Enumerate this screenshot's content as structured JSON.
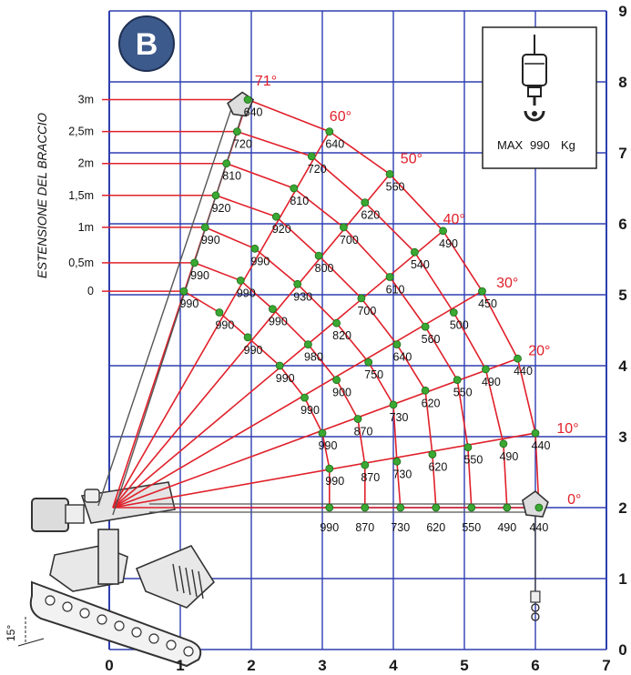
{
  "badge": "B",
  "y_axis_title": "ESTENSIONE DEL BRACCIO",
  "hook_box": {
    "max_label": "MAX",
    "max_value": "990",
    "unit": "Kg"
  },
  "tilt_label": "15°",
  "colors": {
    "grid": "#2e3fb2",
    "curve": "#e0202a",
    "point": "#3aa832",
    "badge": "#3d5a8c",
    "structure": "#555555"
  },
  "chart_data": {
    "type": "scatter",
    "title": "",
    "xlabel": "",
    "ylabel": "ESTENSIONE DEL BRACCIO",
    "xlim": [
      0,
      7
    ],
    "ylim": [
      0,
      9
    ],
    "x_ticks": [
      "0",
      "1",
      "2",
      "3",
      "4",
      "5",
      "6",
      "7"
    ],
    "y_ticks": [
      "0",
      "1",
      "2",
      "3",
      "4",
      "5",
      "6",
      "7",
      "8",
      "9"
    ],
    "grid": true,
    "pivot": [
      0.05,
      2.0
    ],
    "extensions": [
      {
        "label": "0",
        "y": 5.05
      },
      {
        "label": "0,5m",
        "y": 5.45
      },
      {
        "label": "1m",
        "y": 5.95
      },
      {
        "label": "1,5m",
        "y": 6.4
      },
      {
        "label": "2m",
        "y": 6.85
      },
      {
        "label": "2,5m",
        "y": 7.3
      },
      {
        "label": "3m",
        "y": 7.75
      }
    ],
    "angle_labels": [
      {
        "label": "0°",
        "x": 6.45,
        "y": 2.05
      },
      {
        "label": "10°",
        "x": 6.3,
        "y": 3.05
      },
      {
        "label": "20°",
        "x": 5.9,
        "y": 4.15
      },
      {
        "label": "30°",
        "x": 5.45,
        "y": 5.1
      },
      {
        "label": "40°",
        "x": 4.7,
        "y": 6.0
      },
      {
        "label": "50°",
        "x": 4.1,
        "y": 6.85
      },
      {
        "label": "60°",
        "x": 3.1,
        "y": 7.45
      },
      {
        "label": "71°",
        "x": 2.05,
        "y": 7.95
      }
    ],
    "points": [
      {
        "angle": "0°",
        "load": "990",
        "x": 3.1,
        "y": 2.0
      },
      {
        "angle": "0°",
        "load": "870",
        "x": 3.6,
        "y": 2.0
      },
      {
        "angle": "0°",
        "load": "730",
        "x": 4.1,
        "y": 2.0
      },
      {
        "angle": "0°",
        "load": "620",
        "x": 4.6,
        "y": 2.0
      },
      {
        "angle": "0°",
        "load": "550",
        "x": 5.1,
        "y": 2.0
      },
      {
        "angle": "0°",
        "load": "490",
        "x": 5.6,
        "y": 2.0
      },
      {
        "angle": "0°",
        "load": "440",
        "x": 6.05,
        "y": 2.0
      },
      {
        "angle": "10°",
        "load": "990",
        "x": 3.1,
        "y": 2.55
      },
      {
        "angle": "10°",
        "load": "870",
        "x": 3.6,
        "y": 2.6
      },
      {
        "angle": "10°",
        "load": "730",
        "x": 4.05,
        "y": 2.65
      },
      {
        "angle": "10°",
        "load": "620",
        "x": 4.55,
        "y": 2.75
      },
      {
        "angle": "10°",
        "load": "550",
        "x": 5.05,
        "y": 2.85
      },
      {
        "angle": "10°",
        "load": "490",
        "x": 5.55,
        "y": 2.9
      },
      {
        "angle": "10°",
        "load": "440",
        "x": 6.0,
        "y": 3.05
      },
      {
        "angle": "20°",
        "load": "990",
        "x": 3.0,
        "y": 3.05
      },
      {
        "angle": "20°",
        "load": "870",
        "x": 3.5,
        "y": 3.25
      },
      {
        "angle": "20°",
        "load": "730",
        "x": 4.0,
        "y": 3.45
      },
      {
        "angle": "20°",
        "load": "620",
        "x": 4.45,
        "y": 3.65
      },
      {
        "angle": "20°",
        "load": "550",
        "x": 4.9,
        "y": 3.8
      },
      {
        "angle": "20°",
        "load": "490",
        "x": 5.3,
        "y": 3.95
      },
      {
        "angle": "20°",
        "load": "440",
        "x": 5.75,
        "y": 4.1
      },
      {
        "angle": "30°",
        "load": "990",
        "x": 2.75,
        "y": 3.55
      },
      {
        "angle": "30°",
        "load": "900",
        "x": 3.2,
        "y": 3.8
      },
      {
        "angle": "30°",
        "load": "750",
        "x": 3.65,
        "y": 4.05
      },
      {
        "angle": "30°",
        "load": "640",
        "x": 4.05,
        "y": 4.3
      },
      {
        "angle": "30°",
        "load": "560",
        "x": 4.45,
        "y": 4.55
      },
      {
        "angle": "30°",
        "load": "500",
        "x": 4.85,
        "y": 4.75
      },
      {
        "angle": "30°",
        "load": "450",
        "x": 5.25,
        "y": 5.05
      },
      {
        "angle": "40°",
        "load": "990",
        "x": 2.4,
        "y": 4.0
      },
      {
        "angle": "40°",
        "load": "980",
        "x": 2.8,
        "y": 4.3
      },
      {
        "angle": "40°",
        "load": "820",
        "x": 3.2,
        "y": 4.6
      },
      {
        "angle": "40°",
        "load": "700",
        "x": 3.55,
        "y": 4.95
      },
      {
        "angle": "40°",
        "load": "610",
        "x": 3.95,
        "y": 5.25
      },
      {
        "angle": "40°",
        "load": "540",
        "x": 4.3,
        "y": 5.6
      },
      {
        "angle": "40°",
        "load": "490",
        "x": 4.7,
        "y": 5.9
      },
      {
        "angle": "50°",
        "load": "990",
        "x": 1.95,
        "y": 4.4
      },
      {
        "angle": "50°",
        "load": "990",
        "x": 2.3,
        "y": 4.8
      },
      {
        "angle": "50°",
        "load": "930",
        "x": 2.65,
        "y": 5.15
      },
      {
        "angle": "50°",
        "load": "800",
        "x": 2.95,
        "y": 5.55
      },
      {
        "angle": "50°",
        "load": "700",
        "x": 3.3,
        "y": 5.95
      },
      {
        "angle": "50°",
        "load": "620",
        "x": 3.6,
        "y": 6.3
      },
      {
        "angle": "50°",
        "load": "560",
        "x": 3.95,
        "y": 6.7
      },
      {
        "angle": "60°",
        "load": "990",
        "x": 1.55,
        "y": 4.75
      },
      {
        "angle": "60°",
        "load": "990",
        "x": 1.85,
        "y": 5.2
      },
      {
        "angle": "60°",
        "load": "990",
        "x": 2.05,
        "y": 5.65
      },
      {
        "angle": "60°",
        "load": "920",
        "x": 2.35,
        "y": 6.1
      },
      {
        "angle": "60°",
        "load": "810",
        "x": 2.6,
        "y": 6.5
      },
      {
        "angle": "60°",
        "load": "720",
        "x": 2.85,
        "y": 6.95
      },
      {
        "angle": "60°",
        "load": "640",
        "x": 3.1,
        "y": 7.3
      },
      {
        "angle": "71°",
        "load": "990",
        "x": 1.05,
        "y": 5.05
      },
      {
        "angle": "71°",
        "load": "990",
        "x": 1.2,
        "y": 5.45
      },
      {
        "angle": "71°",
        "load": "990",
        "x": 1.35,
        "y": 5.95
      },
      {
        "angle": "71°",
        "load": "920",
        "x": 1.5,
        "y": 6.4
      },
      {
        "angle": "71°",
        "load": "810",
        "x": 1.65,
        "y": 6.85
      },
      {
        "angle": "71°",
        "load": "720",
        "x": 1.8,
        "y": 7.3
      },
      {
        "angle": "71°",
        "load": "640",
        "x": 1.95,
        "y": 7.75
      }
    ]
  }
}
